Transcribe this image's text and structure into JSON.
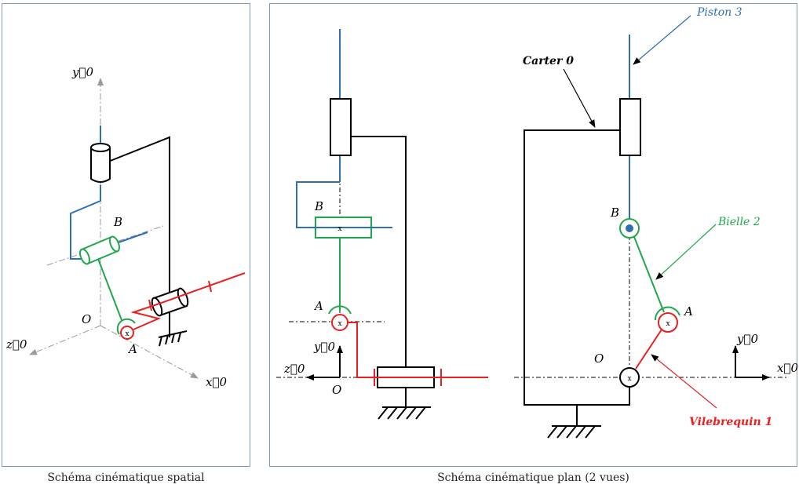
{
  "colors": {
    "frame": "#000000",
    "piston": "#2e6fb7",
    "bielle": "#1fa84a",
    "vilebrequin": "#e8201f",
    "axis": "#9a9a9a",
    "axes_black": "#000000"
  },
  "captions": {
    "spatial": "Schéma cinématique spatial",
    "plan": "Schéma cinématique plan (2 vues)"
  },
  "spatial": {
    "y0": "y⃗0",
    "z0": "z⃗0",
    "x0": "x⃗0",
    "O": "O",
    "A": "A",
    "B": "B"
  },
  "side_view": {
    "B": "B",
    "A": "A",
    "y0": "y⃗0",
    "z0": "z⃗0",
    "O": "O"
  },
  "front_view": {
    "B": "B",
    "A": "A",
    "O": "O",
    "y0": "y⃗0",
    "x0": "x⃗0",
    "piston": "Piston 3",
    "carter": "Carter 0",
    "bielle": "Bielle 2",
    "vilebrequin": "Vilebrequin 1"
  }
}
